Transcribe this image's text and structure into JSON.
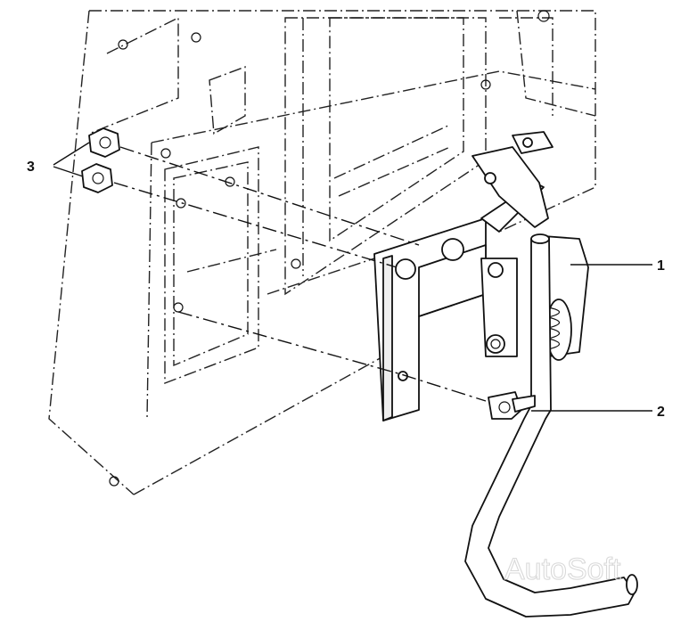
{
  "callouts": [
    {
      "id": "1",
      "text": "1"
    },
    {
      "id": "2",
      "text": "2"
    },
    {
      "id": "3",
      "text": "3"
    }
  ],
  "watermark": "AutoSoft"
}
